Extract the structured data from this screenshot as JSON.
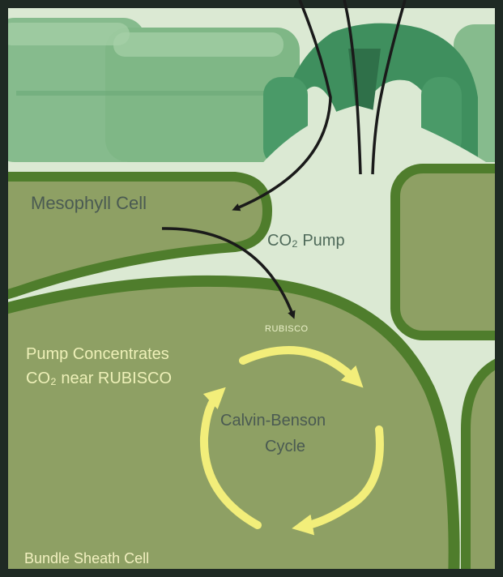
{
  "labels": {
    "mesophyll_cell": "Mesophyll Cell",
    "co2_pump": "CO₂ Pump",
    "rubisco": "RUBISCO",
    "pump_concentrates_line1": "Pump Concentrates",
    "pump_concentrates_line2": "CO₂ near RUBISCO",
    "cycle_line1": "Calvin-Benson",
    "cycle_line2": "Cycle",
    "bundle_sheath_cell": "Bundle Sheath Cell"
  },
  "colors": {
    "background": "#dbe9d3",
    "border": "#1f2a24",
    "epidermis": "#7fb786",
    "guard_cell": "#3f8f5e",
    "cell_fill": "#8ea064",
    "cell_wall": "#4f7d2c",
    "cycle_arrow": "#f2ee7a",
    "flow_arrow": "#1a1a1a"
  }
}
